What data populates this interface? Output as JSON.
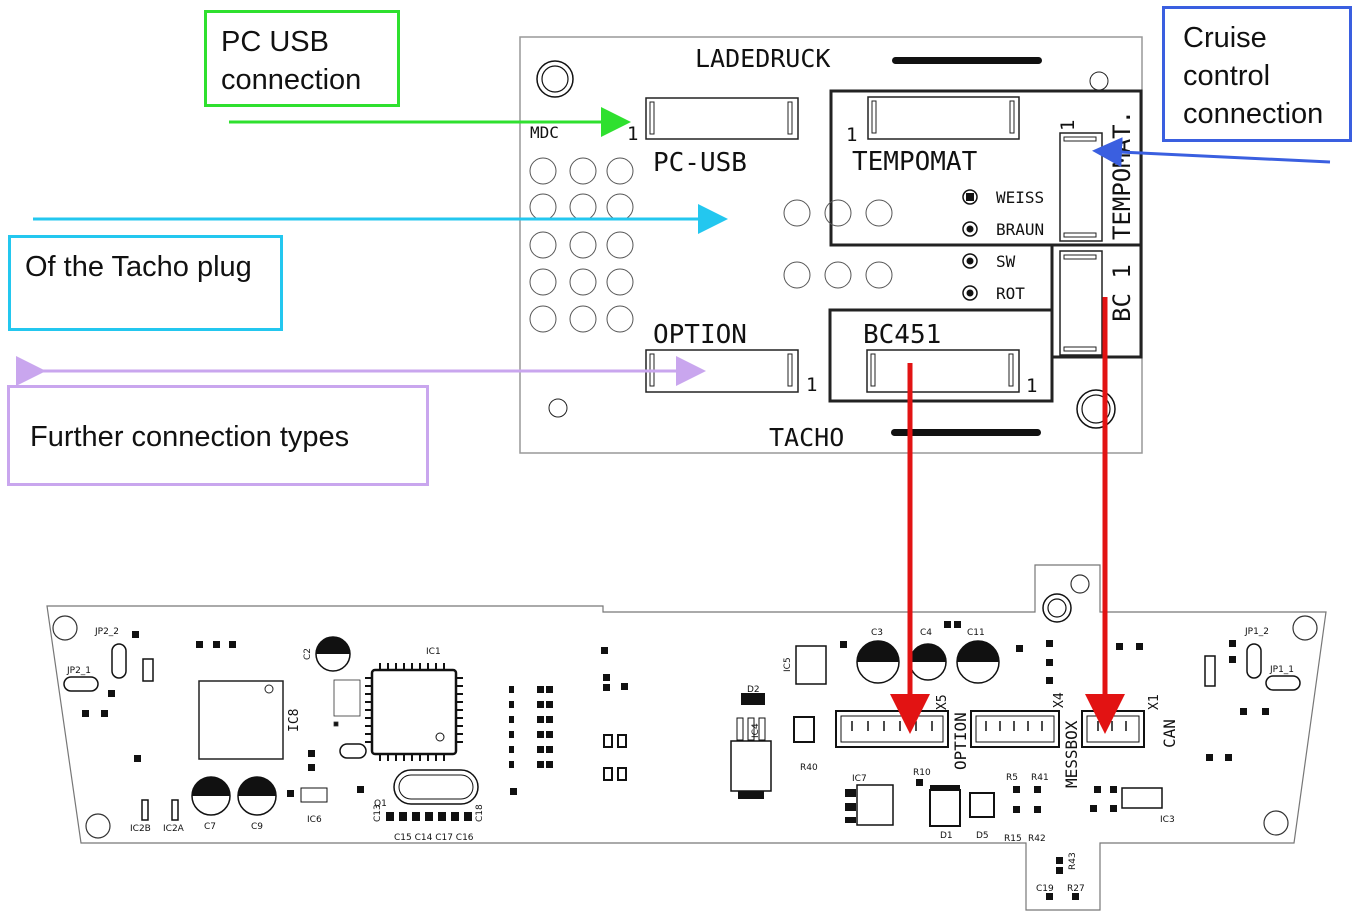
{
  "callouts": {
    "pc_usb": "PC USB connection",
    "cruise": "Cruise control connection",
    "tacho_plug": "Of the Tacho plug",
    "further": "Further connection types"
  },
  "top_board": {
    "ladedruck": "LADEDRUCK",
    "mdc": "MDC",
    "pc_usb": "PC-USB",
    "tempomat": "TEMPOMAT",
    "tempomat_vert": "TEMPOMAT.",
    "weiss": "WEISS",
    "braun": "BRAUN",
    "sw": "SW",
    "rot": "ROT",
    "bc_vert": "BC 1",
    "option": "OPTION",
    "bc451": "BC451",
    "tacho": "TACHO",
    "pin1": "1"
  },
  "bottom_board": {
    "x5": "X5",
    "option": "OPTION",
    "x4": "X4",
    "messbox": "MESSBOX",
    "x1": "X1",
    "can": "CAN",
    "ic1": "IC1",
    "ic8": "IC8",
    "ic5": "IC5",
    "ic4": "IC4",
    "ic7": "IC7",
    "ic3": "IC3",
    "ic6": "IC6",
    "ic2a": "IC2A",
    "ic2b": "IC2B",
    "q1": "Q1",
    "d1": "D1",
    "d2": "D2",
    "d5": "D5",
    "c2": "C2",
    "c3": "C3",
    "c4": "C4",
    "c11": "C11",
    "c7": "C7",
    "c9": "C9",
    "jp2_2": "JP2_2",
    "jp2_1": "JP2_1",
    "jp1_2": "JP1_2",
    "jp1_1": "JP1_1",
    "c13_row": "C13",
    "c15_row": "C15 C14 C17 C16",
    "c18": "C18",
    "r10": "R10",
    "r40": "R40",
    "r43": "R43",
    "c19": "C19",
    "r27": "R27",
    "r15": "R15",
    "r42": "R42",
    "r5": "R5",
    "r41": "R41"
  },
  "colors": {
    "green": "#2fe02f",
    "blue": "#3a5fe0",
    "cyan": "#23c7ef",
    "purple": "#c9a6ee",
    "red": "#e21313"
  }
}
